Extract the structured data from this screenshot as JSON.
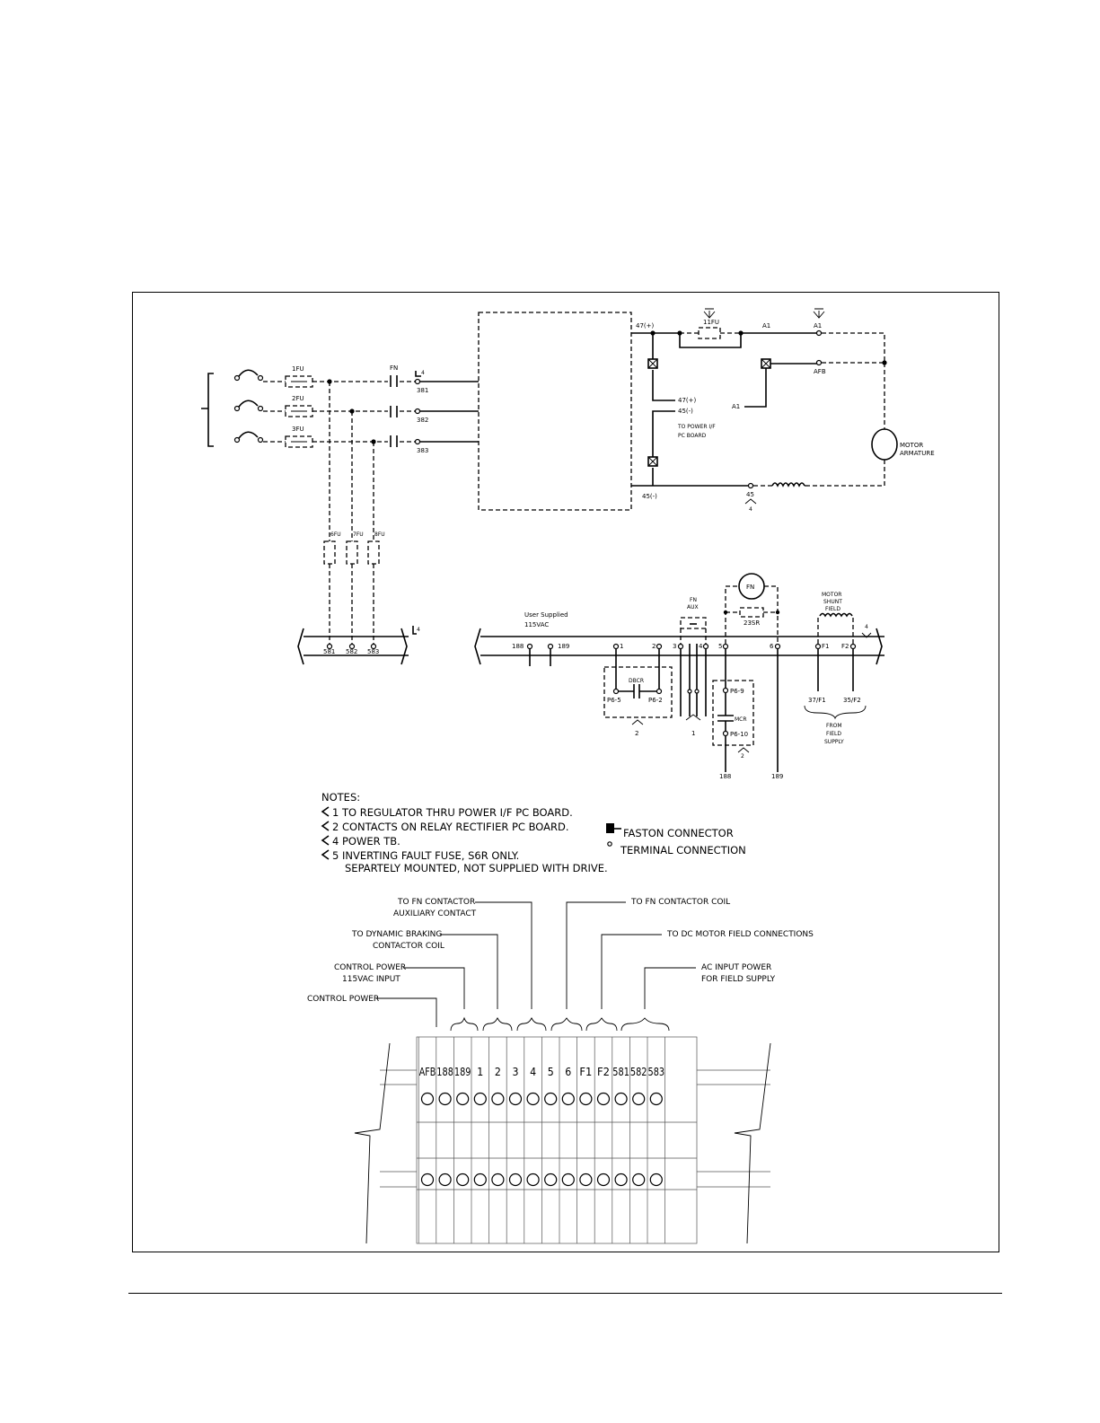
{
  "power": {
    "fuse_1fu": "1FU",
    "fuse_2fu": "2FU",
    "fuse_3fu": "3FU",
    "fn": "FN",
    "t381": "381",
    "t382": "382",
    "t383": "383",
    "fuse_6fu": "6FU",
    "fuse_7fu": "7FU",
    "fuse_8fu": "8FU",
    "p47": "47(+)",
    "fuse_11fu": "11FU",
    "a1_top": "A1",
    "a1_term": "A1",
    "afb": "AFB",
    "a1_side": "A1",
    "p47b": "47(+)",
    "p45b": "45(-)",
    "to_power_1": "TO POWER I/F",
    "to_power_2": "PC BOARD",
    "p45_bottom": "45(-)",
    "t45": "45",
    "ref4_a": "4",
    "motor_1": "MOTOR",
    "motor_2": "ARMATURE"
  },
  "control": {
    "tb_581": "581",
    "tb_582": "582",
    "tb_583": "583",
    "ref4_b": "4",
    "user_supplied": "User Supplied",
    "v115": "115VAC",
    "t188": "188",
    "t189": "189",
    "t1": "1",
    "t2": "2",
    "t3": "3",
    "t4": "4",
    "t5": "5",
    "t6": "6",
    "tf1": "F1",
    "tf2": "F2",
    "ref4_c": "4",
    "fn_coil": "FN",
    "fn_aux_1": "FN",
    "fn_aux_2": "AUX",
    "r23": "23SR",
    "shunt_1": "MOTOR",
    "shunt_2": "SHUNT",
    "shunt_3": "FIELD",
    "dbcr": "DBCR",
    "p65": "P6-5",
    "p62": "P6-2",
    "ref2": "2",
    "ref1": "1",
    "p69": "P6-9",
    "mcr": "MCR",
    "p610": "P6-10",
    "ref2b": "2",
    "b188": "188",
    "b189": "189",
    "f1_sup": "37/F1",
    "f2_sup": "35/F2",
    "from_1": "FROM",
    "from_2": "FIELD",
    "from_3": "SUPPLY"
  },
  "notes": {
    "title": "NOTES:",
    "n1": "1  TO REGULATOR THRU POWER I/F PC BOARD.",
    "n2": "2  CONTACTS ON RELAY RECTIFIER PC BOARD.",
    "n4": "4  POWER TB.",
    "n5a": "5  INVERTING FAULT FUSE, S6R ONLY.",
    "n5b": "SEPARTELY MOUNTED, NOT SUPPLIED WITH DRIVE."
  },
  "legend": {
    "faston": "FASTON CONNECTOR",
    "terminal": "TERMINAL CONNECTION"
  },
  "callouts": {
    "fn_aux_1": "TO FN CONTACTOR",
    "fn_aux_2": "AUXILIARY CONTACT",
    "fn_coil": "TO FN CONTACTOR COIL",
    "db_1": "TO DYNAMIC BRAKING",
    "db_2": "CONTACTOR COIL",
    "field": "TO DC MOTOR FIELD CONNECTIONS",
    "ctrl115_1": "CONTROL POWER",
    "ctrl115_2": "115VAC INPUT",
    "ac_1": "AC INPUT POWER",
    "ac_2": "FOR FIELD SUPPLY",
    "ctrl": "CONTROL POWER"
  },
  "terminal_block": {
    "labels": [
      "AFB",
      "188",
      "189",
      "1",
      "2",
      "3",
      "4",
      "5",
      "6",
      "F1",
      "F2",
      "581",
      "582",
      "583"
    ]
  }
}
